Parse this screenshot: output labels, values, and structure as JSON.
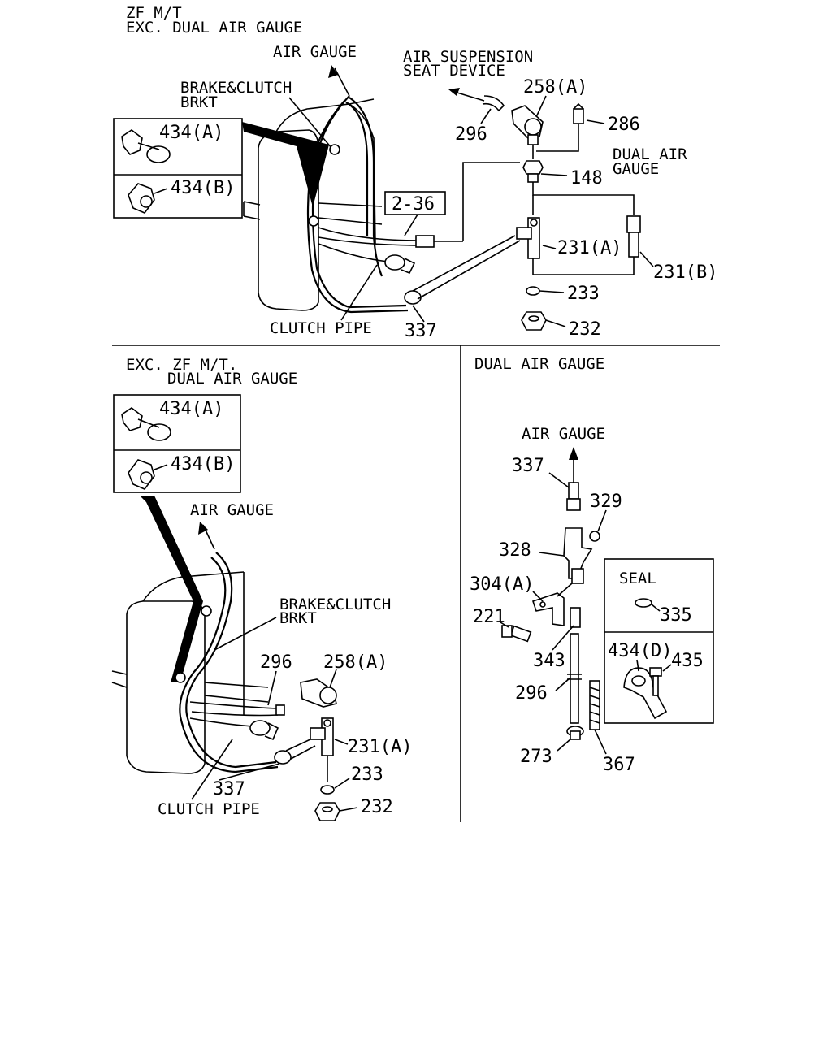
{
  "sections": {
    "top": {
      "title_line1": "ZF M/T",
      "title_line2": "EXC. DUAL AIR GAUGE",
      "air_gauge": "AIR GAUGE",
      "brkt_line1": "BRAKE&CLUTCH",
      "brkt_line2": "BRKT",
      "air_susp_line1": "AIR SUSPENSION",
      "air_susp_line2": "SEAT DEVICE",
      "dual_line1": "DUAL AIR",
      "dual_line2": "GAUGE",
      "ref_box": "2-36",
      "clutch_pipe": "CLUTCH PIPE",
      "clip_a": "434(A)",
      "clip_b": "434(B)",
      "p258a": "258(A)",
      "p286": "286",
      "p296": "296",
      "p148": "148",
      "p231a": "231(A)",
      "p231b": "231(B)",
      "p233": "233",
      "p232": "232",
      "p337": "337"
    },
    "bottom_left": {
      "title_line1": "EXC. ZF M/T.",
      "title_line2": "DUAL AIR GAUGE",
      "clip_a": "434(A)",
      "clip_b": "434(B)",
      "air_gauge": "AIR GAUGE",
      "brkt_line1": "BRAKE&CLUTCH",
      "brkt_line2": "BRKT",
      "p296": "296",
      "p258a": "258(A)",
      "p231a": "231(A)",
      "p233": "233",
      "p337": "337",
      "p232": "232",
      "clutch_pipe": "CLUTCH PIPE"
    },
    "bottom_right": {
      "title": "DUAL AIR GAUGE",
      "air_gauge": "AIR GAUGE",
      "p337": "337",
      "p329": "329",
      "p328": "328",
      "p304a": "304(A)",
      "p221": "221",
      "p343": "343",
      "p296": "296",
      "p273": "273",
      "p367": "367",
      "seal": "SEAL",
      "p335": "335",
      "p434d": "434(D)",
      "p435": "435"
    }
  }
}
